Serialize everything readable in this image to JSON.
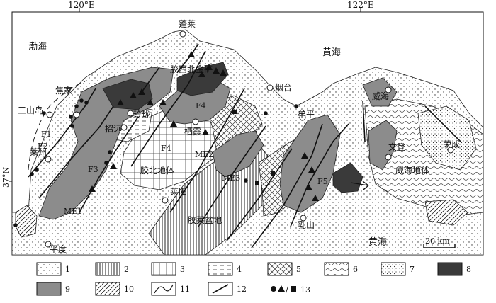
{
  "map": {
    "coordinates": {
      "lon_left": "120°E",
      "lon_right": "122°E",
      "lat_left": "37°N"
    },
    "seas": {
      "bohai": "渤海",
      "huanghai_north": "黄海",
      "huanghai_south": "黄海"
    },
    "places": {
      "penglai": "蓬莱",
      "yantai": "烟台",
      "weihai": "威海",
      "muping": "牟平",
      "wendeng": "文登",
      "rongcheng": "荣成",
      "qixia": "栖霞",
      "zhaoyuan": "招远",
      "laizhou": "莱州",
      "laiyang": "莱阳",
      "pingdu": "平度",
      "rushan": "乳山",
      "sanshandao": "三山岛",
      "jiaojia": "焦家",
      "linglong": "玲珑",
      "jiaojia_ore": "胶西北金矿",
      "jiaobei": "胶北地体",
      "jiaolai": "胶莱盆地",
      "weihai_block": "威海地体"
    },
    "faults": {
      "f1": "F1",
      "f2": "F2",
      "f3": "F3",
      "f4a": "F4",
      "f4b": "F4",
      "f5": "F5"
    },
    "units": {
      "me1": "ME1",
      "me2": "ME2",
      "me3": "ME3"
    },
    "scale": "20 km"
  },
  "legend": {
    "items": [
      {
        "num": "1",
        "pattern": "dots"
      },
      {
        "num": "2",
        "pattern": "vertical-lines"
      },
      {
        "num": "3",
        "pattern": "grid"
      },
      {
        "num": "4",
        "pattern": "dashes"
      },
      {
        "num": "5",
        "pattern": "crosshatch"
      },
      {
        "num": "6",
        "pattern": "waves"
      },
      {
        "num": "7",
        "pattern": "fine-dots"
      },
      {
        "num": "8",
        "pattern": "dark-fill"
      },
      {
        "num": "9",
        "pattern": "gray-fill"
      },
      {
        "num": "10",
        "pattern": "diagonal-lines"
      },
      {
        "num": "11",
        "pattern": "curve-line"
      },
      {
        "num": "12",
        "pattern": "straight-line"
      },
      {
        "num": "13",
        "pattern": "symbols"
      }
    ]
  },
  "colors": {
    "dark": "#3a3a3a",
    "gray": "#8c8c8c",
    "ink": "#111111"
  }
}
